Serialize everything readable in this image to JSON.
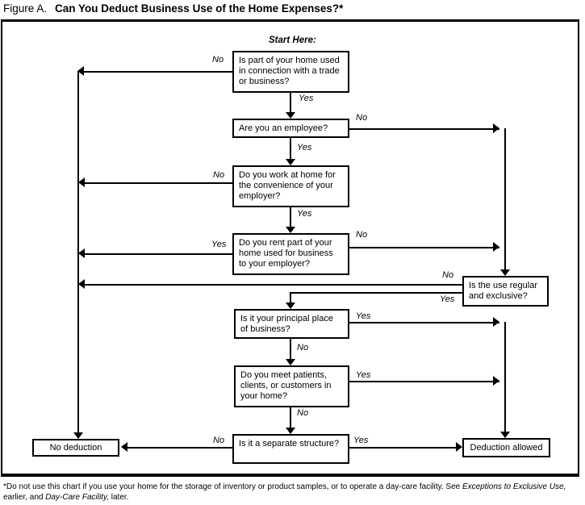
{
  "figure": {
    "label": "Figure A.",
    "title": "Can You Deduct Business Use of the Home Expenses?*"
  },
  "start_label": "Start Here:",
  "labels": {
    "yes": "Yes",
    "no": "No"
  },
  "nodes": {
    "q1": "Is part of your home used in connection with a trade or business?",
    "q2": "Are you an employee?",
    "q3": "Do you work at home for the convenience of your employer?",
    "q4": "Do you rent part of your home used for business to your employer?",
    "q5": "Is the use regular and exclusive?",
    "q6": "Is it your principal place of business?",
    "q7": "Do you meet patients, clients, or customers in your home?",
    "q8": "Is it a separate structure?",
    "no_deduction": "No deduction",
    "deduction_allowed": "Deduction allowed"
  },
  "footnote": {
    "line1_normal": "*Do not use this chart if you use your home for the storage of inventory or product samples, or to operate a day-care facility. See ",
    "line1_italic": "Exceptions to Exclusive Use,",
    "line2_normal_a": "earlier, and ",
    "line2_italic": "Day-Care Facility,",
    "line2_normal_b": " later."
  },
  "colors": {
    "ink": "#000000",
    "background": "#ffffff"
  }
}
